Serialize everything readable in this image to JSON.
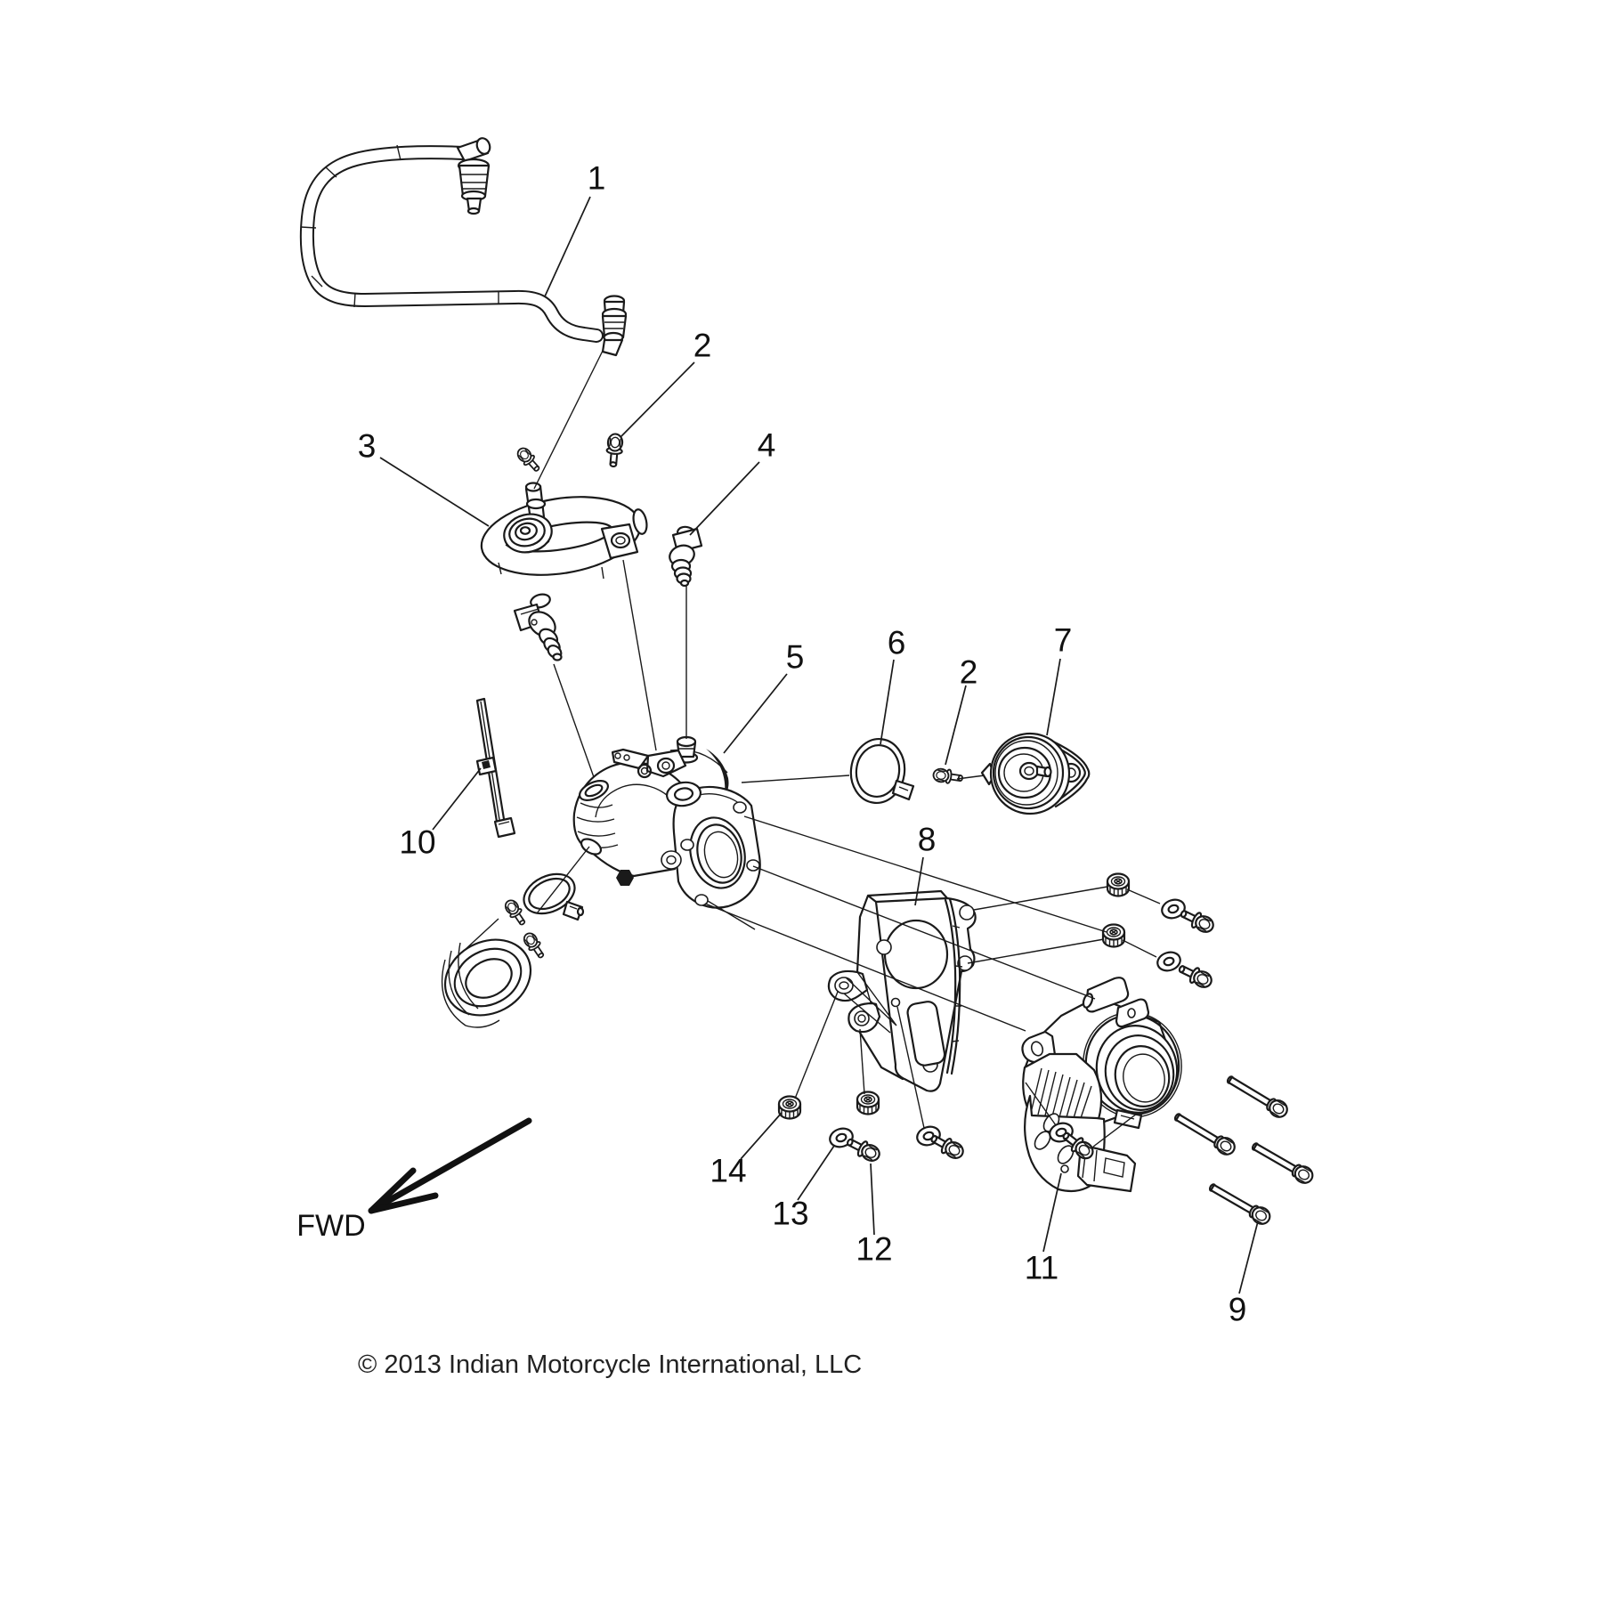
{
  "diagram": {
    "background_color": "#ffffff",
    "line_color": "#1a1a1a",
    "fwd_label": "FWD",
    "copyright": "© 2013 Indian Motorcycle International, LLC",
    "callouts": [
      {
        "label": "1"
      },
      {
        "label": "2"
      },
      {
        "label": "3"
      },
      {
        "label": "4"
      },
      {
        "label": "5"
      },
      {
        "label": "6"
      },
      {
        "label": "2"
      },
      {
        "label": "7"
      },
      {
        "label": "8"
      },
      {
        "label": "9"
      },
      {
        "label": "10"
      },
      {
        "label": "11"
      },
      {
        "label": "12"
      },
      {
        "label": "13"
      },
      {
        "label": "14"
      }
    ]
  }
}
